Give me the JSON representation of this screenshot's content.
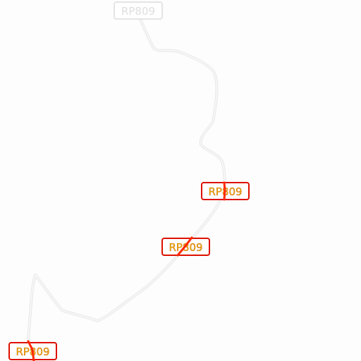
{
  "map": {
    "background_color": "#fdfdfd",
    "road": {
      "ref": "RP809",
      "line_color": "#f2f2f2",
      "highlight_color": "#ff2a00"
    },
    "shields": [
      {
        "label": "RP809",
        "state": "faded",
        "text_color": "#dedede",
        "border_color": "#e4e4e4",
        "fill": "#ffffff"
      },
      {
        "label": "RP809",
        "state": "highlighted",
        "text_color": "#e6b800",
        "border_color": "#dd1100",
        "fill": "#ffffff"
      },
      {
        "label": "RP809",
        "state": "highlighted",
        "text_color": "#e6b800",
        "border_color": "#dd1100",
        "fill": "#ffffff"
      },
      {
        "label": "RP809",
        "state": "highlighted",
        "text_color": "#e6b800",
        "border_color": "#dd1100",
        "fill": "#ffffff"
      }
    ]
  }
}
